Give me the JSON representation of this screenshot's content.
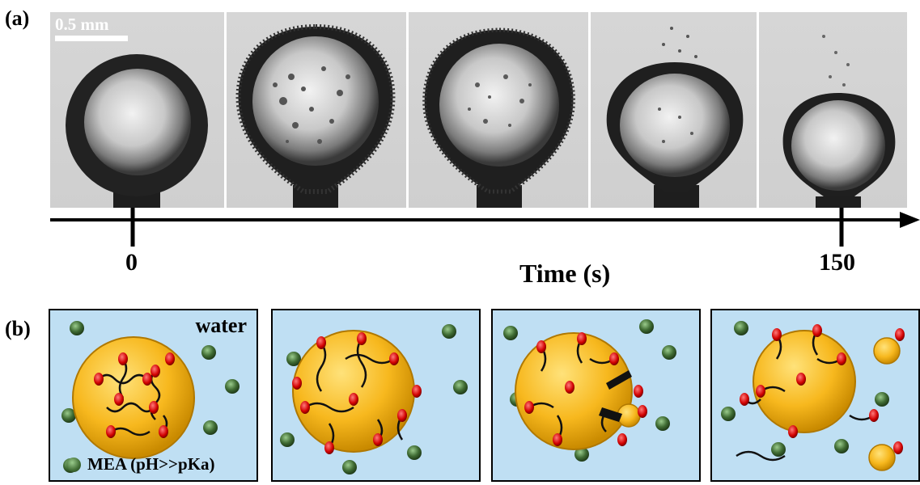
{
  "panel_a": {
    "label": "(a)",
    "scale_bar": "0.5 mm",
    "axis": {
      "title": "Time (s)",
      "tick_start": "0",
      "tick_end": "150"
    }
  },
  "panel_b": {
    "label": "(b)",
    "medium_label": "water",
    "legend_label": "MEA (pH>>pKa)"
  }
}
